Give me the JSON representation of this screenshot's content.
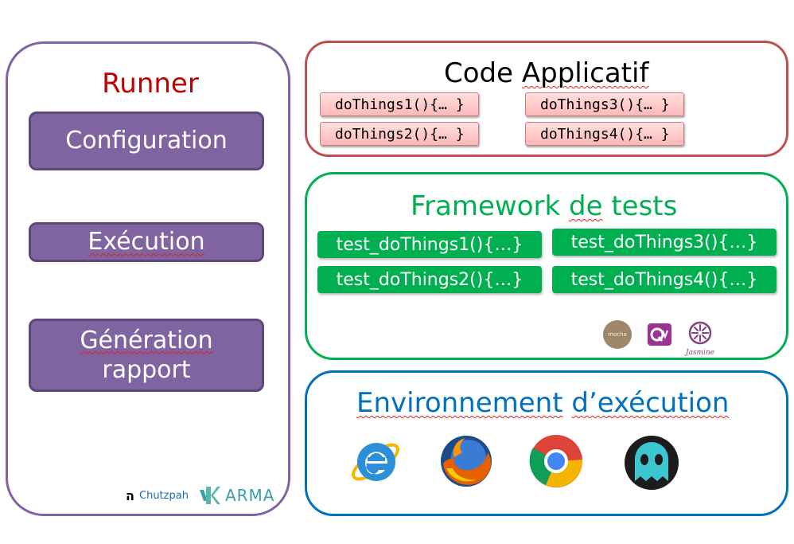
{
  "runner": {
    "title": "Runner",
    "steps": [
      "Configuration",
      "Exécution",
      "Génération",
      "rapport"
    ],
    "tools": [
      "Chutzpah",
      "ARMA"
    ]
  },
  "code": {
    "title_a": "Code ",
    "title_b": "Applicatif",
    "functions": [
      "doThings1(){… }",
      "doThings2(){… }",
      "doThings3(){… }",
      "doThings4(){… }"
    ]
  },
  "framework": {
    "title_a": "Framework ",
    "title_b": "de",
    "title_c": " tests",
    "tests": [
      "test_doThings1(){…}",
      "test_doThings2(){…}",
      "test_doThings3(){…}",
      "test_doThings4(){…}"
    ],
    "logos": [
      "mocha",
      "Jasmine"
    ],
    "logo_icons": [
      "mocha-icon",
      "qunit-icon",
      "jasmine-icon"
    ]
  },
  "environment": {
    "title_a": "Environnement",
    "title_b": " ",
    "title_c": "d’exécution",
    "browsers": [
      "internet-explorer-icon",
      "firefox-icon",
      "chrome-icon",
      "phantomjs-icon"
    ]
  },
  "colors": {
    "runner": "#8064a2",
    "runner_title": "#c00000",
    "code": "#c0504d",
    "framework": "#00b050",
    "environment": "#0070c0"
  }
}
